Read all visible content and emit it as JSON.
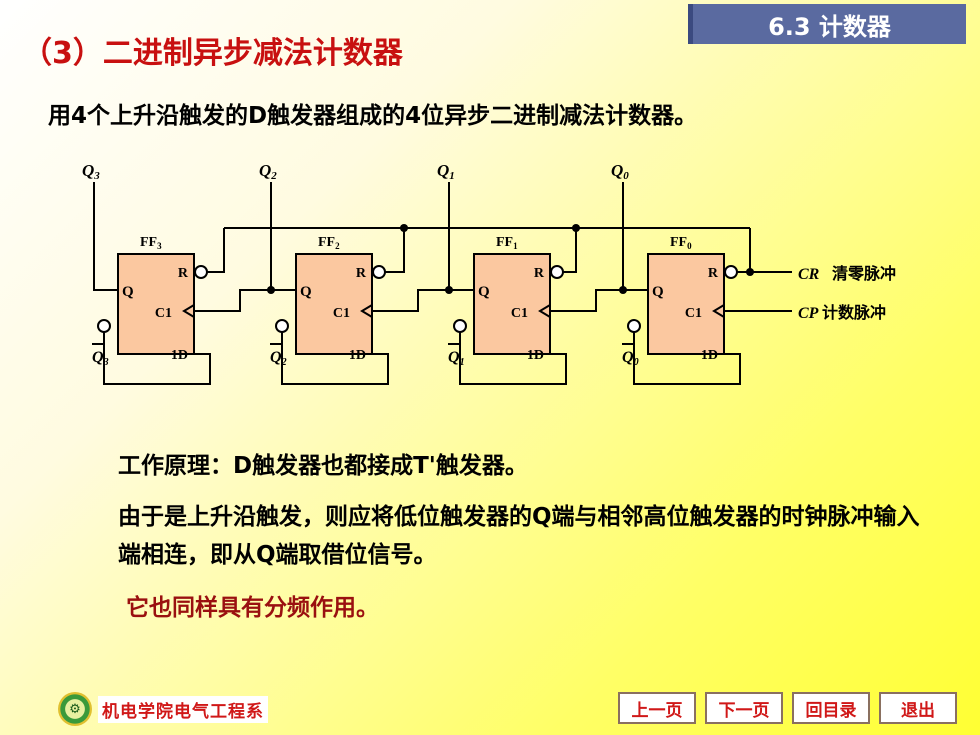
{
  "header": {
    "section": "6.3 计数器",
    "title": "（3）二进制异步减法计数器"
  },
  "intro": "用4个上升沿触发的D触发器组成的4位异步二进制减法计数器。",
  "circuit": {
    "outputs": [
      "Q",
      "Q",
      "Q",
      "Q"
    ],
    "output_subs": [
      "3",
      "2",
      "1",
      "0"
    ],
    "flipflops": [
      {
        "name": "FF",
        "sub": "3",
        "q": "Q",
        "qbar": "Q",
        "qbar_sub": "3",
        "r": "R",
        "clk": "C1",
        "d": "1D"
      },
      {
        "name": "FF",
        "sub": "2",
        "q": "Q",
        "qbar": "Q",
        "qbar_sub": "2",
        "r": "R",
        "clk": "C1",
        "d": "1D"
      },
      {
        "name": "FF",
        "sub": "1",
        "q": "Q",
        "qbar": "Q",
        "qbar_sub": "1",
        "r": "R",
        "clk": "C1",
        "d": "1D"
      },
      {
        "name": "FF",
        "sub": "0",
        "q": "Q",
        "qbar": "Q",
        "qbar_sub": "0",
        "r": "R",
        "clk": "C1",
        "d": "1D"
      }
    ],
    "cr_symbol": "CR",
    "cr_label": "清零脉冲",
    "cp_symbol": "CP",
    "cp_label": "计数脉冲",
    "box_fill": "#fbc8a0"
  },
  "body": {
    "principle": "工作原理：D触发器也都接成T'触发器。",
    "explanation": "由于是上升沿触发，则应将低位触发器的Q端与相邻高位触发器的时钟脉冲输入端相连，即从Q端取借位信号。",
    "note": "它也同样具有分频作用。"
  },
  "footer": {
    "org": "机电学院电气工程系",
    "nav": [
      "上一页",
      "下一页",
      "回目录",
      "退出"
    ]
  },
  "colors": {
    "title": "#c81010",
    "section_tab": "#5a6aa0",
    "note": "#9a1010",
    "nav_text": "#d01818"
  }
}
